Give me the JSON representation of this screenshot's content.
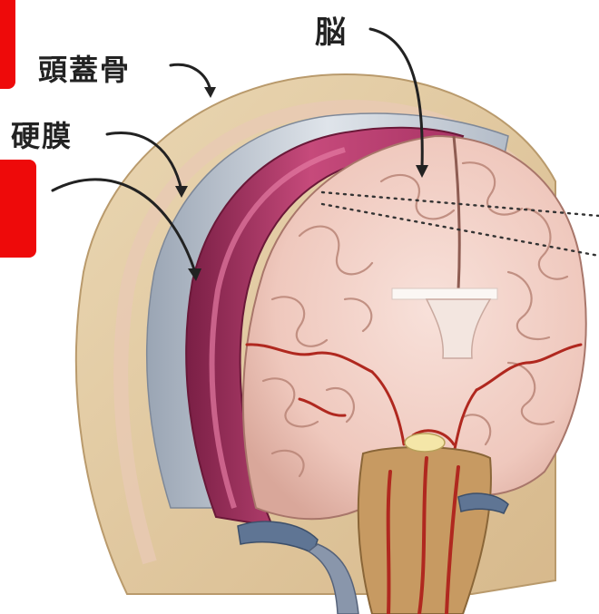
{
  "labels": {
    "brain": "脳",
    "skull": "頭蓋骨",
    "dura": "硬膜"
  },
  "highlight_color": "#ee0a0a"
}
